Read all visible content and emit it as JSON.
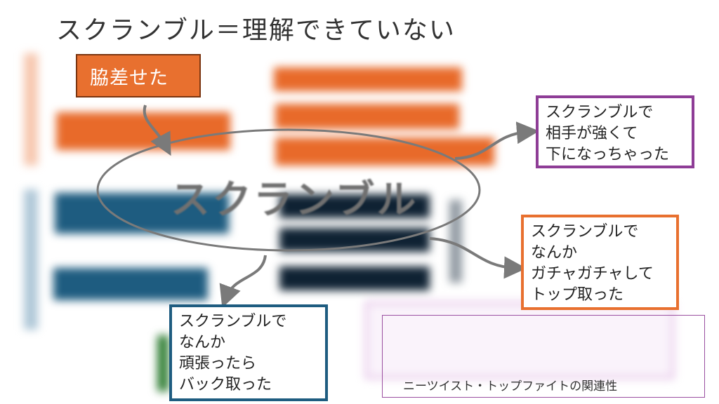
{
  "title": "スクランブル＝理解できていない",
  "center_label": "スクランブル",
  "tag_label": "脇差せた",
  "callouts": {
    "purple": [
      "スクランブルで",
      "相手が強くて",
      "下になっちゃった"
    ],
    "orange": [
      "スクランブルで",
      "なんか",
      "ガチャガチャして",
      "トップ取った"
    ],
    "blue": [
      "スクランブルで",
      "なんか",
      "頑張ったら",
      "バック取った"
    ]
  },
  "caption": "ニーツイスト・トップファイトの関連性",
  "colors": {
    "orange": "#e86a2a",
    "blue": "#1e5c80",
    "navy": "#0f2233",
    "purple": "#8e3d96",
    "gray": "#7a7a7a"
  }
}
